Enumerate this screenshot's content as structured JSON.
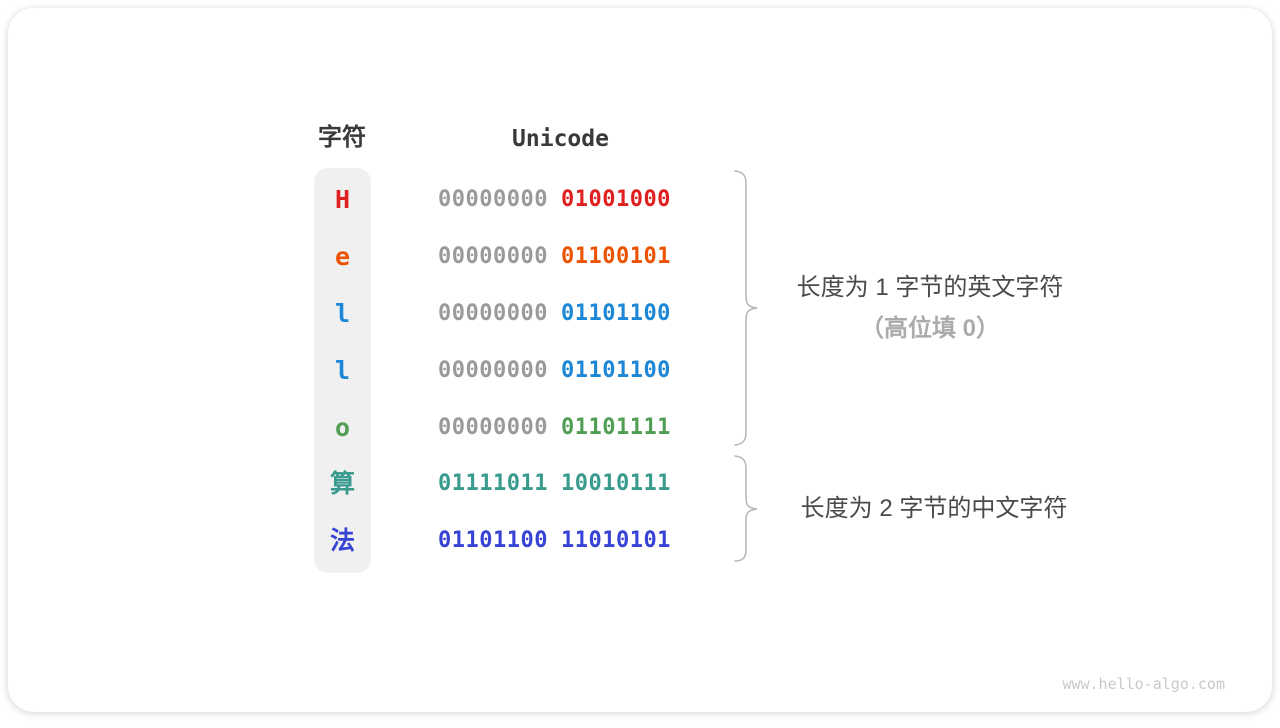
{
  "table": {
    "headers": {
      "char": "字符",
      "unicode": "Unicode"
    },
    "rows": [
      {
        "char": "H",
        "color": "#e02020",
        "byte1": "00000000",
        "byte2": "01001000",
        "byte1_muted": true
      },
      {
        "char": "e",
        "color": "#ec5300",
        "byte1": "00000000",
        "byte2": "01100101",
        "byte1_muted": true
      },
      {
        "char": "l",
        "color": "#1c87d6",
        "byte1": "00000000",
        "byte2": "01101100",
        "byte1_muted": true
      },
      {
        "char": "l",
        "color": "#1c87d6",
        "byte1": "00000000",
        "byte2": "01101100",
        "byte1_muted": true
      },
      {
        "char": "o",
        "color": "#4f9e53",
        "byte1": "00000000",
        "byte2": "01101111",
        "byte1_muted": true
      },
      {
        "char": "算",
        "color": "#399a8e",
        "byte1": "01111011",
        "byte2": "10010111",
        "byte1_muted": false
      },
      {
        "char": "法",
        "color": "#3743d4",
        "byte1": "01101100",
        "byte2": "11010101",
        "byte1_muted": false
      }
    ]
  },
  "annotations": {
    "group1_line1": "长度为 1 字节的英文字符",
    "group1_line2": "（高位填 0）",
    "group2": "长度为 2 字节的中文字符"
  },
  "watermark": "www.hello-algo.com",
  "colors": {
    "muted_binary": "#9a9a9a",
    "brace": "#b5b5b5",
    "header_text": "#3a3a3a",
    "annotation_text": "#4a4a4a",
    "annotation_sub_text": "#ababab",
    "pill_background": "#f0f0f0",
    "watermark_text": "#c9c9c9"
  }
}
